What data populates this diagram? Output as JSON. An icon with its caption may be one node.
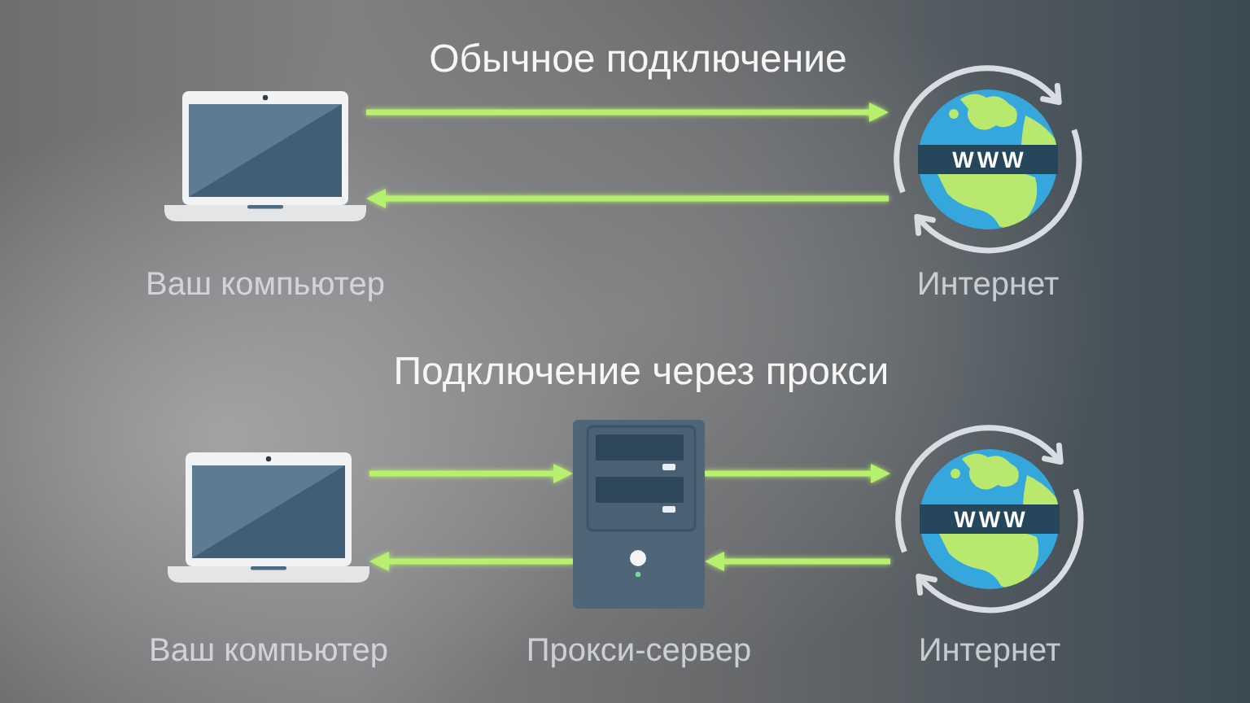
{
  "diagram": {
    "nodes": [
      {
        "text": [],
        "shape": "picture",
        "beside": [
          "Ваш компьютер"
        ]
      },
      {
        "text": [
          "WWW"
        ],
        "beside": [
          "Интернет"
        ]
      },
      {
        "text": [],
        "shape": "picture",
        "beside": [
          "Ваш компьютер"
        ]
      },
      {
        "text": [],
        "shape": "picture",
        "beside": [
          "Прокси-сервер"
        ]
      },
      {
        "text": [
          "WWW"
        ],
        "beside": [
          "Интернет"
        ]
      }
    ],
    "edges": [
      {
        "from": 0,
        "to": 1,
        "arrow": "to"
      },
      {
        "from": 1,
        "to": 0,
        "arrow": "to"
      },
      {
        "from": 2,
        "to": 3,
        "arrow": "to"
      },
      {
        "from": 3,
        "to": 4,
        "arrow": "to"
      },
      {
        "from": 3,
        "to": 2,
        "arrow": "to"
      },
      {
        "from": 4,
        "to": 3,
        "arrow": "to"
      }
    ],
    "labels": [
      "Обычное подключение",
      "Подключение через прокси"
    ]
  }
}
